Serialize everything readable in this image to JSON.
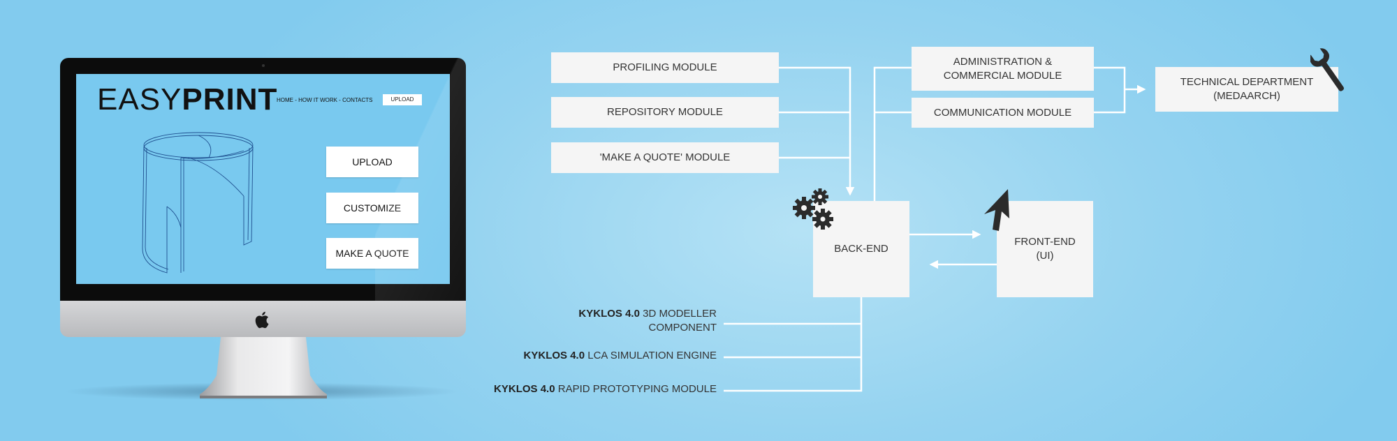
{
  "monitor": {
    "logo_light": "EASY",
    "logo_bold": "PRINT",
    "nav_text": "HOME - HOW IT WORK - CONTACTS",
    "nav_upload": "UPLOAD",
    "buttons": [
      "UPLOAD",
      "CUSTOMIZE",
      "MAKE A QUOTE"
    ]
  },
  "diagram": {
    "modules": {
      "profiling": "PROFILING MODULE",
      "repository": "REPOSITORY MODULE",
      "make_quote": "'MAKE A QUOTE' MODULE",
      "administration": "ADMINISTRATION & COMMERCIAL MODULE",
      "communication": "COMMUNICATION MODULE",
      "technical_line1": "TECHNICAL DEPARTMENT",
      "technical_line2": "(MEDAARCH)",
      "backend": "BACK-END",
      "frontend_line1": "FRONT-END",
      "frontend_line2": "(UI)"
    },
    "kyklos": [
      {
        "bold": "KYKLOS 4.0",
        "text_line1": " 3D MODELLER",
        "text_line2": "COMPONENT"
      },
      {
        "bold": "KYKLOS 4.0",
        "text_line1": " LCA SIMULATION ENGINE"
      },
      {
        "bold": "KYKLOS 4.0",
        "text_line1": " RAPID PROTOTYPING MODULE"
      }
    ]
  },
  "icons": [
    "apple-logo-icon",
    "gears-icon",
    "cursor-arrow-icon",
    "wrench-icon"
  ],
  "colors": {
    "background": "#95d3f0",
    "box": "#f5f5f5",
    "lines": "#ffffff",
    "icon": "#2b2b2b"
  }
}
